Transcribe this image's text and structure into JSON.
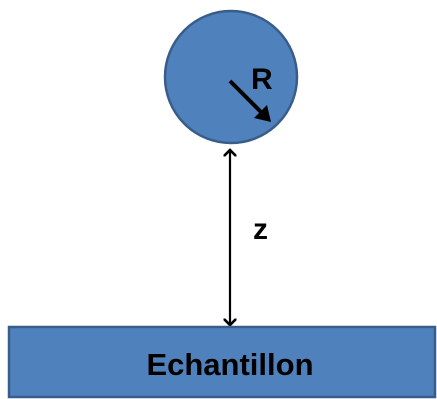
{
  "diagram": {
    "sphere_label": "R",
    "distance_label": "z",
    "sample_label": "Echantillon"
  },
  "colors": {
    "fill": "#4f81bd",
    "stroke": "#385d8a",
    "ink": "#000000"
  }
}
